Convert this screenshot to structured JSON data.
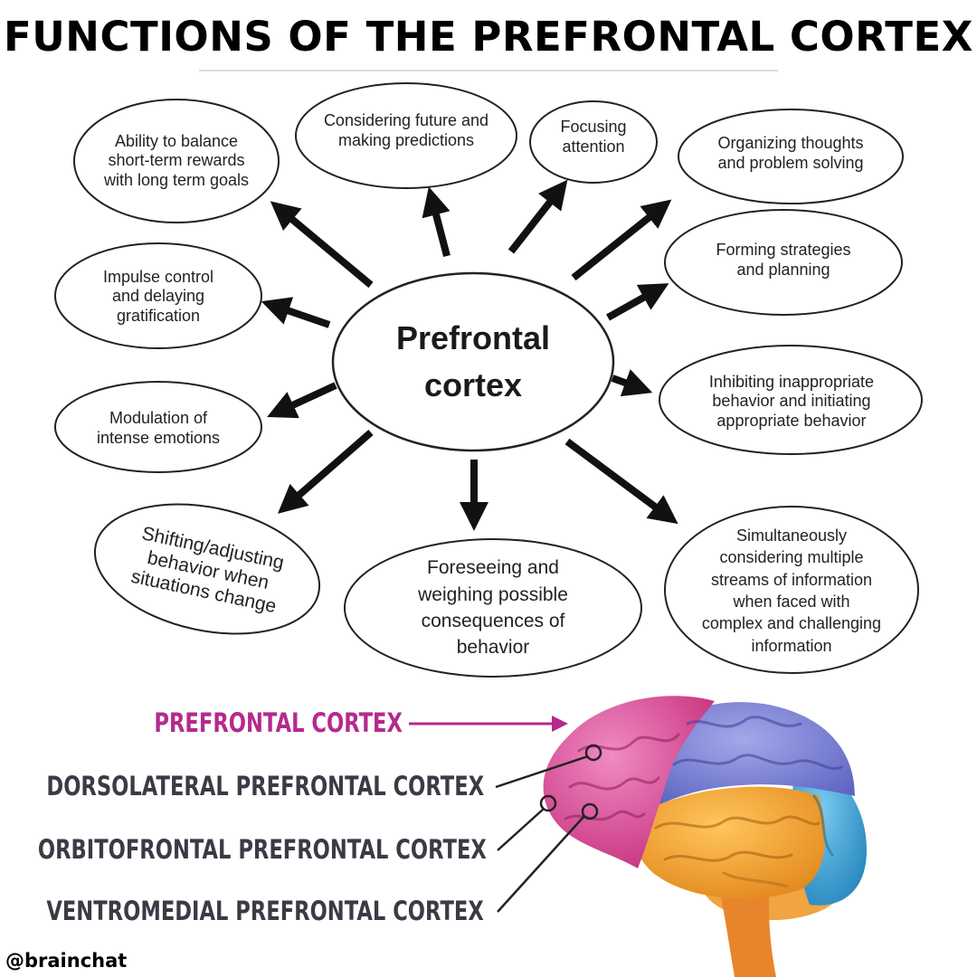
{
  "title": "FUNCTIONS OF THE PREFRONTAL CORTEX",
  "center": "Prefrontal\ncortex",
  "nodes": [
    "Ability to balance\nshort-term rewards\nwith long term goals",
    "Considering future and\nmaking predictions",
    "Focusing\nattention",
    "Organizing thoughts\nand problem solving",
    "Forming strategies\nand planning",
    "Impulse control\nand delaying\ngratification",
    "Inhibiting inappropriate\nbehavior and initiating\nappropriate behavior",
    "Modulation of\nintense emotions",
    "Shifting/adjusting\nbehavior when\nsituations change",
    "Foreseeing and\nweighing possible\nconsequences of\nbehavior",
    "Simultaneously\nconsidering multiple\nstreams of information\nwhen faced with\ncomplex and challenging\ninformation"
  ],
  "brain_labels": {
    "prefrontal": "PREFRONTAL CORTEX",
    "dorsolateral": "DORSOLATERAL PREFRONTAL CORTEX",
    "orbitofrontal": "ORBITOFRONTAL PREFRONTAL CORTEX",
    "ventromedial": "VENTROMEDIAL PREFRONTAL CORTEX"
  },
  "handle": "@brainchat",
  "colors": {
    "frontal_lobe": "#d9559f",
    "parietal_lobe": "#7f86d6",
    "temporal_lobe": "#f1a437",
    "occipital_lobe": "#3fa8dc",
    "brainstem": "#e8852c",
    "label_accent": "#b5298e",
    "label_dark": "#3b3b45"
  }
}
